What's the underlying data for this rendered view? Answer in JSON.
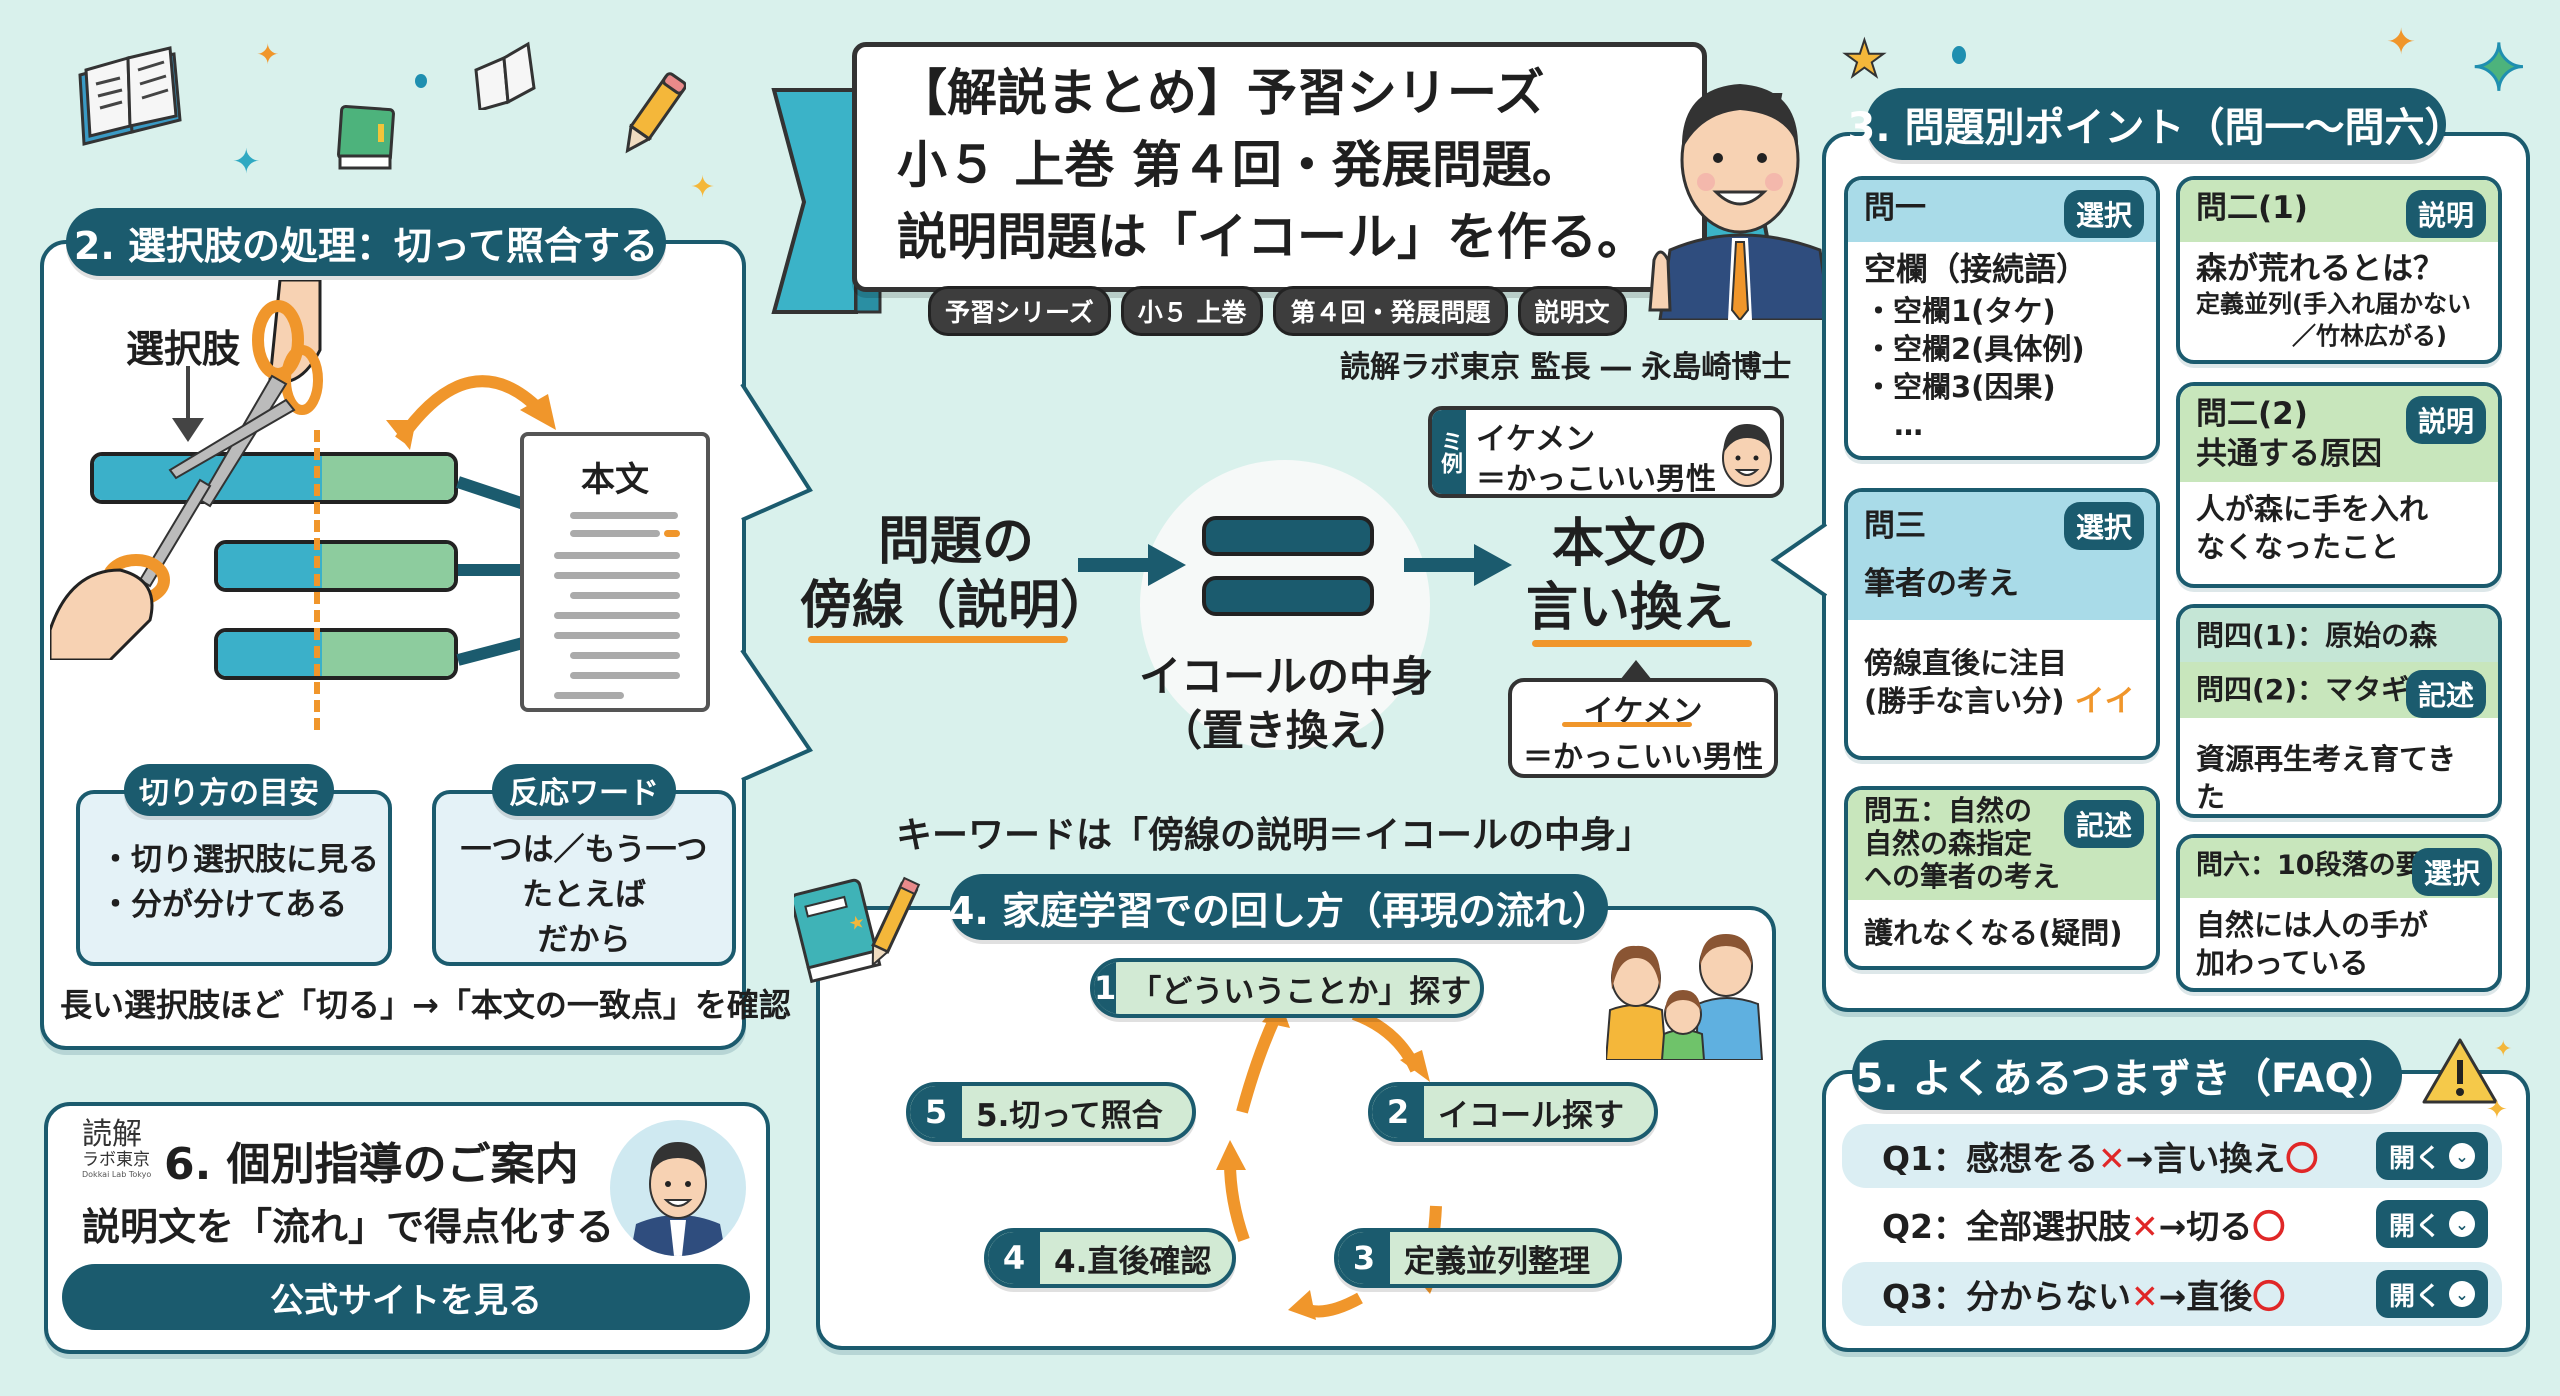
{
  "header": {
    "title_lines": [
      "【解説まとめ】予習シリーズ",
      "小５ 上巻 第４回・発展問題。",
      "説明問題は「イコール」を作る。"
    ],
    "tags": [
      "予習シリーズ",
      "小５ 上巻",
      "第４回・発展問題",
      "説明文"
    ],
    "author": "読解ラボ東京 監長 ― 永島崎博士"
  },
  "section2": {
    "title": "2. 選択肢の処理：切って照合する",
    "choice_label": "選択肢",
    "doc_label": "本文",
    "cut_guide": {
      "title": "切り方の目安",
      "items": [
        "・切り選択肢に見る",
        "・分が分けてある"
      ]
    },
    "reaction_words": {
      "title": "反応ワード",
      "items": [
        "一つは／もう一つ",
        "たとえば",
        "だから"
      ]
    },
    "footer": "長い選択肢ほど「切る」→「本文の一致点」を確認"
  },
  "center": {
    "left_label_lines": [
      "問題の",
      "傍線（説明）"
    ],
    "equal_caption_lines": [
      "イコールの中身",
      "（置き換え）"
    ],
    "right_label_lines": [
      "本文の",
      "言い換え"
    ],
    "example_tab": "ミ例",
    "example_line1": "イケメン",
    "example_line2": "＝かっこいい男性",
    "bubble_line1": "イケメン",
    "bubble_line2": "＝かっこいい男性",
    "keyword": "キーワードは「傍線の説明＝イコールの中身」"
  },
  "section3": {
    "title": "3. 問題別ポイント（問一〜問六）",
    "cards": [
      {
        "title": "問一",
        "badge": "選択",
        "body_title": "空欄（接続語）",
        "items": [
          "・空欄1(タケ)",
          "・空欄2(具体例)",
          "・空欄3(因果)",
          "…"
        ]
      },
      {
        "title": "問二(1)",
        "badge": "説明",
        "body_title": "森が荒れるとは？",
        "items": [
          "定義並列(手入れ届かない",
          "／竹林広がる)"
        ]
      },
      {
        "title": "問二(2)",
        "subtitle": "共通する原因",
        "badge": "説明",
        "items": [
          "人が森に手を入れ",
          "なくなったこと"
        ]
      },
      {
        "title": "問三",
        "badge": "選択",
        "subtitle": "筆者の考え",
        "items": [
          "傍線直後に注目",
          "(勝手な言い分)"
        ],
        "note": "イイ"
      },
      {
        "title": "問四(1)：原始の森",
        "title2": "問四(2)：マタギの",
        "badge": "記述",
        "items": [
          "資源再生考え育てきた"
        ]
      },
      {
        "title_lines": [
          "問五：自然の",
          "自然の森指定",
          "への筆者の考え"
        ],
        "badge": "記述",
        "items": [
          "護れなくなる(疑問)"
        ]
      },
      {
        "title": "問六：10段落の要点",
        "badge": "選択",
        "items": [
          "自然には人の手が",
          "加わっている"
        ]
      }
    ]
  },
  "section4": {
    "title": "4. 家庭学習での回し方（再現の流れ）",
    "steps": [
      {
        "num": "1",
        "label": "「どういうことか」探す"
      },
      {
        "num": "2",
        "label": "イコール探す"
      },
      {
        "num": "3",
        "label": "定義並列整理"
      },
      {
        "num": "4",
        "label": "4.直後確認"
      },
      {
        "num": "5",
        "label": "5.切って照合"
      }
    ]
  },
  "section5": {
    "title": "5. よくあるつまずき（FAQ）",
    "faqs": [
      {
        "q": "Q1：感想をる",
        "x": "✕",
        "arrow": "→言い換え",
        "o": "〇",
        "button": "開く"
      },
      {
        "q": "Q2：全部選択肢",
        "x": "✕",
        "arrow": "→切る",
        "o": "〇",
        "button": "開く"
      },
      {
        "q": "Q3：分からない",
        "x": "✕",
        "arrow": "→直後",
        "o": "〇",
        "button": "開く"
      }
    ]
  },
  "section6": {
    "logo_line1": "読解",
    "logo_line2": "ラボ東京",
    "logo_line3": "Dokkai Lab Tokyo",
    "title": "6. 個別指導のご案内",
    "subtitle": "説明文を「流れ」で得点化する",
    "cta": "公式サイトを見る"
  },
  "colors": {
    "primary": "#1b5b6e",
    "accent_orange": "#f0962b",
    "background": "#d9f1ec",
    "ribbon": "#3bb3c8",
    "card_blue": "#a9dbe8",
    "card_green": "#c8e6bc",
    "mark_red": "#e02727"
  }
}
